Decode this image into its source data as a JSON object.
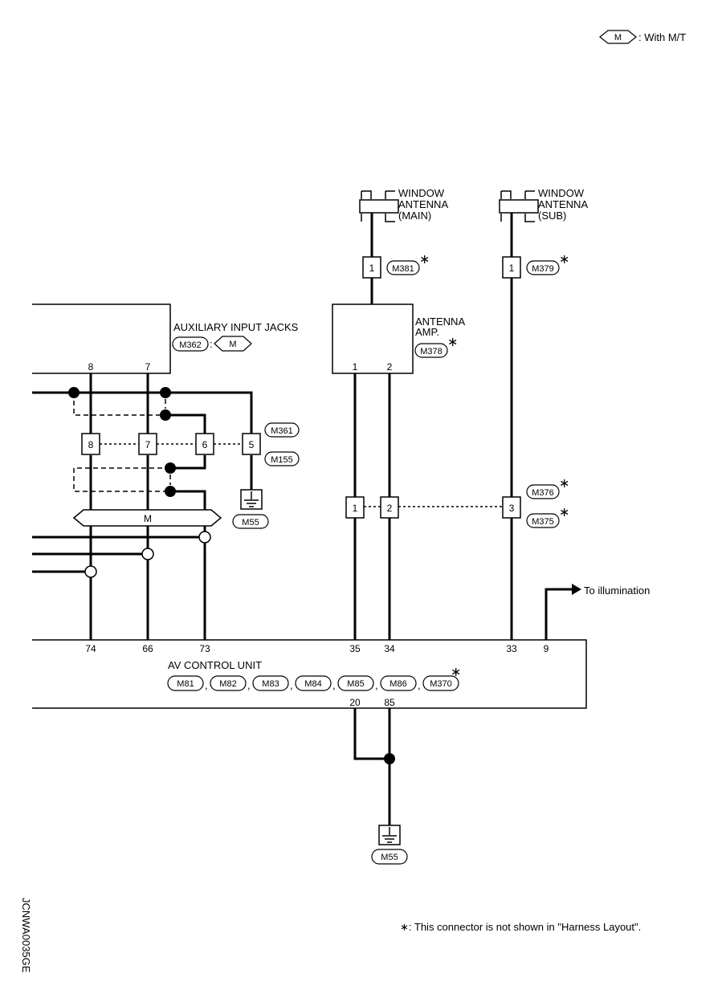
{
  "legend": {
    "m_symbol": "M",
    "m_text": ": With M/T",
    "footnote": "∗: This connector is not shown in \"Harness Layout\".",
    "code": "JCNWA0035GE",
    "star": "∗"
  },
  "window_antenna_main": {
    "label_l1": "WINDOW",
    "label_l2": "ANTENNA",
    "label_l3": "(MAIN)",
    "pin": "1",
    "connector": "M381"
  },
  "window_antenna_sub": {
    "label_l1": "WINDOW",
    "label_l2": "ANTENNA",
    "label_l3": "(SUB)",
    "pin": "1",
    "connector": "M379"
  },
  "antenna_amp": {
    "label_l1": "ANTENNA",
    "label_l2": "AMP.",
    "connector": "M378",
    "pin1": "1",
    "pin2": "2"
  },
  "aux_jacks": {
    "label": "AUXILIARY INPUT JACKS",
    "connector": "M362",
    "variant": "M",
    "pin8": "8",
    "pin7": "7"
  },
  "joint_connectors": {
    "pins": [
      "8",
      "7",
      "6",
      "5"
    ],
    "connector_top": "M361",
    "connector_bottom": "M155",
    "ground": "M55"
  },
  "shield_bar": {
    "label": "M"
  },
  "inline_connector": {
    "pin1": "1",
    "pin2": "2",
    "pin3": "3",
    "connector_top": "M376",
    "connector_bottom": "M375"
  },
  "illumination": {
    "label": "To illumination"
  },
  "av_control_unit": {
    "label": "AV CONTROL UNIT",
    "connectors": [
      "M81",
      "M82",
      "M83",
      "M84",
      "M85",
      "M86",
      "M370"
    ],
    "top_pins": [
      "74",
      "66",
      "73",
      "35",
      "34",
      "33",
      "9"
    ],
    "bottom_pins": [
      "20",
      "85"
    ],
    "ground": "M55"
  }
}
